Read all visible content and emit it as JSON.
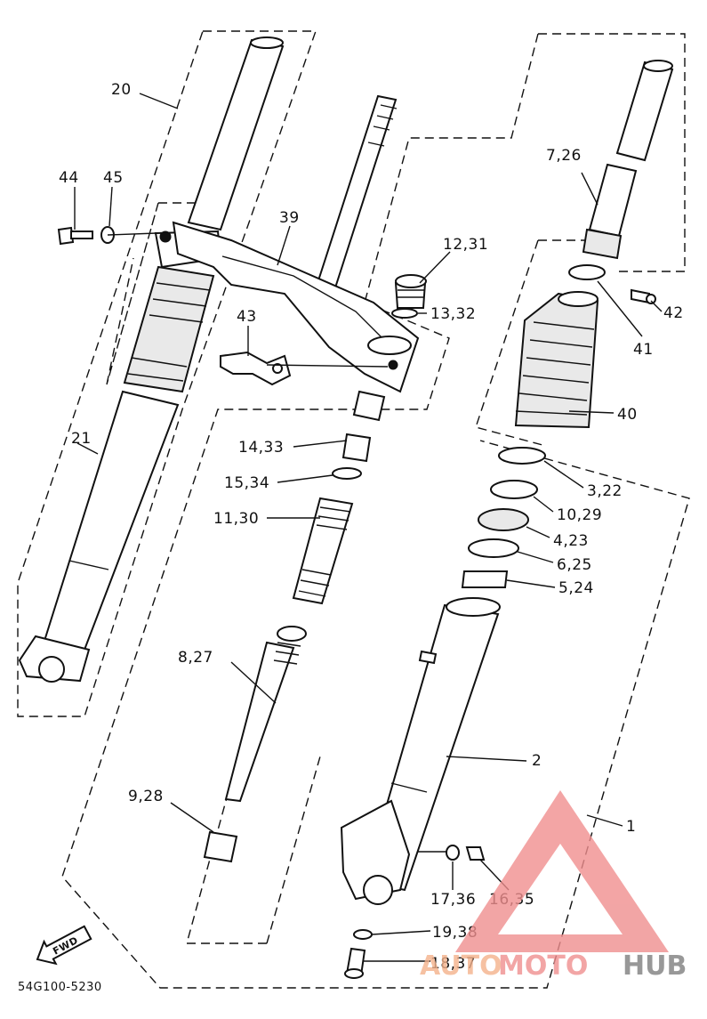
{
  "diagram": {
    "part_code": "54G100-5230",
    "fwd_mark": "FWD",
    "callouts": [
      {
        "id": "c20",
        "text": "20"
      },
      {
        "id": "c44",
        "text": "44"
      },
      {
        "id": "c45",
        "text": "45"
      },
      {
        "id": "c39",
        "text": "39"
      },
      {
        "id": "c12_31",
        "text": "12,31"
      },
      {
        "id": "c13_32",
        "text": "13,32"
      },
      {
        "id": "c43",
        "text": "43"
      },
      {
        "id": "c7_26",
        "text": "7,26"
      },
      {
        "id": "c42",
        "text": "42"
      },
      {
        "id": "c41",
        "text": "41"
      },
      {
        "id": "c40",
        "text": "40"
      },
      {
        "id": "c21",
        "text": "21"
      },
      {
        "id": "c14_33",
        "text": "14,33"
      },
      {
        "id": "c15_34",
        "text": "15,34"
      },
      {
        "id": "c11_30",
        "text": "11,30"
      },
      {
        "id": "c3_22",
        "text": "3,22"
      },
      {
        "id": "c10_29",
        "text": "10,29"
      },
      {
        "id": "c4_23",
        "text": "4,23"
      },
      {
        "id": "c6_25",
        "text": "6,25"
      },
      {
        "id": "c5_24",
        "text": "5,24"
      },
      {
        "id": "c8_27",
        "text": "8,27"
      },
      {
        "id": "c2",
        "text": "2"
      },
      {
        "id": "c1",
        "text": "1"
      },
      {
        "id": "c9_28",
        "text": "9,28"
      },
      {
        "id": "c17_36",
        "text": "17,36"
      },
      {
        "id": "c16_35",
        "text": "16,35"
      },
      {
        "id": "c19_38",
        "text": "19,38"
      },
      {
        "id": "c18_37",
        "text": "18,37"
      }
    ]
  },
  "watermark": {
    "word_auto": "AUTO",
    "word_moto": "MOTO",
    "word_hub": "HUB",
    "colors": {
      "auto": "#f4b28c",
      "moto": "#f08f8f",
      "hub": "#7f7f7f",
      "triangle": "#f08f8f"
    }
  }
}
